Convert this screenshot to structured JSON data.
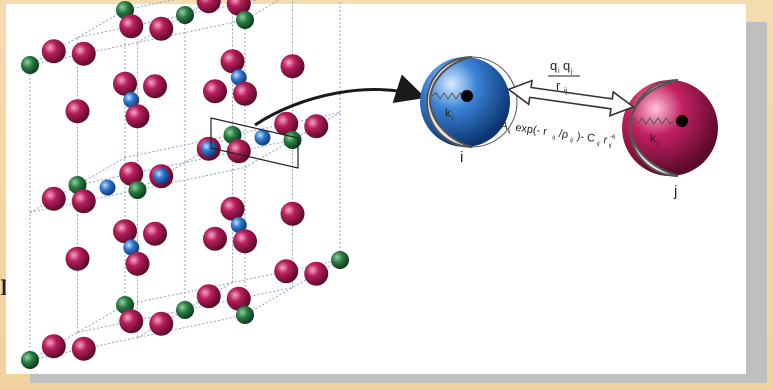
{
  "stray_text": "n",
  "atom_i": {
    "label": "i",
    "spring_label": "k",
    "spring_sub": "i"
  },
  "atom_j": {
    "label": "j",
    "spring_label": "k",
    "spring_sub": "j"
  },
  "coulomb": {
    "numerator": "q",
    "num_sub1": "i",
    "num_q2": "q",
    "num_sub2": "j",
    "denominator": "r",
    "den_sub": "ij"
  },
  "buckingham": {
    "text_a": "A",
    "sub_a": "ij",
    "text_b": "exp(- r",
    "sub_b": "ij",
    "text_c": "/ρ",
    "sub_c": "ij",
    "text_d": ")- C",
    "sub_d": "ij",
    "text_e": "r",
    "sub_e": "ij",
    "sup_e": "-6"
  },
  "colors": {
    "green_ion": "#1f6b3a",
    "magenta_ion": "#a3194f",
    "blue_ion": "#2a6fc4",
    "arrow": "#1a1a1a",
    "background": "#f2d8a8"
  }
}
